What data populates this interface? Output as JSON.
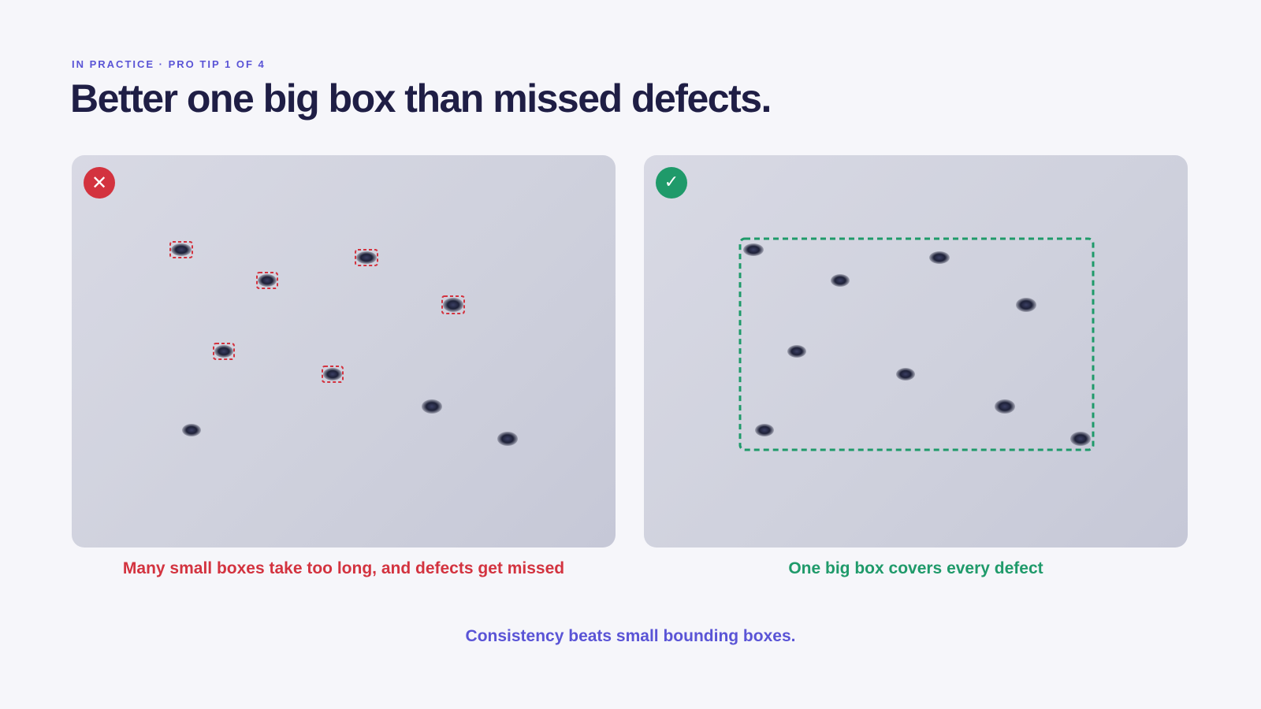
{
  "header": {
    "eyebrow": "IN PRACTICE · PRO TIP 1 OF 4",
    "title": "Better one big box than missed defects."
  },
  "panels": {
    "bad": {
      "badge_icon": "cross-icon",
      "badge_glyph": "✕",
      "caption": "Many small boxes take too long, and defects get missed"
    },
    "good": {
      "badge_icon": "check-icon",
      "badge_glyph": "✓",
      "caption": "One big box covers every defect"
    }
  },
  "footer": {
    "tagline": "Consistency beats small bounding boxes."
  },
  "colors": {
    "bad": "#d3333f",
    "good": "#1f9a6a",
    "accent": "#5a54d6",
    "title": "#1f1e45",
    "defect": "#1e2138"
  }
}
